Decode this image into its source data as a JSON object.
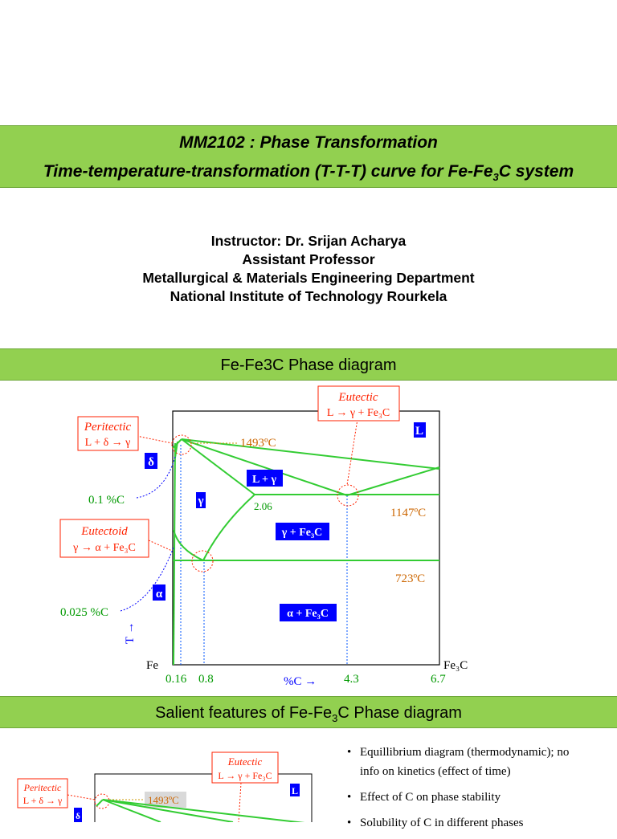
{
  "title": {
    "line1": "MM2102 : Phase Transformation",
    "line2_pre": "Time-temperature-transformation (T-T-T) curve for Fe-Fe",
    "line2_sub": "3",
    "line2_post": "C system"
  },
  "instructor": {
    "line1": "Instructor: Dr. Srijan Acharya",
    "line2": "Assistant Professor",
    "line3": "Metallurgical & Materials Engineering Department",
    "line4": "National Institute of Technology Rourkela"
  },
  "section1": {
    "title": "Fe-Fe3C Phase diagram"
  },
  "section2": {
    "title_pre": "Salient features of Fe-Fe",
    "title_sub": "3",
    "title_post": "C Phase diagram"
  },
  "diagram": {
    "eutectic_title": "Eutectic",
    "eutectic_reaction": "L → γ + Fe₃C",
    "peritectic_title": "Peritectic",
    "peritectic_reaction": "L + δ → γ",
    "eutectoid_title": "Eutectoid",
    "eutectoid_reaction": "γ → α + Fe₃C",
    "temp_1493": "1493ºC",
    "temp_1147": "1147ºC",
    "temp_723": "723ºC",
    "comp_01": "0.1 %C",
    "comp_0025": "0.025 %C",
    "comp_206": "2.06",
    "phase_L": "L",
    "phase_delta": "δ",
    "phase_gamma": "γ",
    "phase_alpha": "α",
    "phase_L_gamma": "L + γ",
    "phase_gamma_fe3c": "γ + Fe₃C",
    "phase_alpha_fe3c": "α + Fe₃C",
    "axis_fe": "Fe",
    "axis_fe3c": "Fe₃C",
    "x_016": "0.16",
    "x_08": "0.8",
    "x_43": "4.3",
    "x_67": "6.7",
    "x_axis_label": "%C →",
    "y_axis_label": "T →"
  },
  "bullets": [
    "Equillibrium diagram (thermodynamic); no",
    "info on kinetics (effect of time)",
    "Effect of C on phase stability",
    "Solubility of C in different phases"
  ],
  "colors": {
    "band": "#92d050",
    "green_line": "#33cc33",
    "orange": "#cc6600",
    "red": "#ff2200",
    "blue": "#0000ff"
  }
}
